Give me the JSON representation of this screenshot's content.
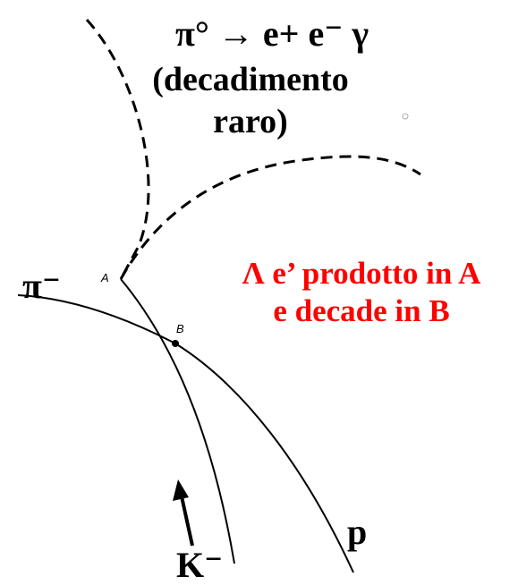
{
  "title": {
    "line1": "π° → e+ e⁻ γ",
    "line2": "(decadimento",
    "line3": "raro)"
  },
  "annotation": {
    "line1": "Λ e’ prodotto in A",
    "line2": "e decade  in B"
  },
  "particles": {
    "pi_minus": "π⁻",
    "kaon_minus": "K⁻",
    "proton": "p"
  },
  "points": {
    "A": "A",
    "B": "B"
  },
  "colors": {
    "ink": "#000000",
    "annotation": "#ff0000",
    "background": "#ffffff"
  }
}
